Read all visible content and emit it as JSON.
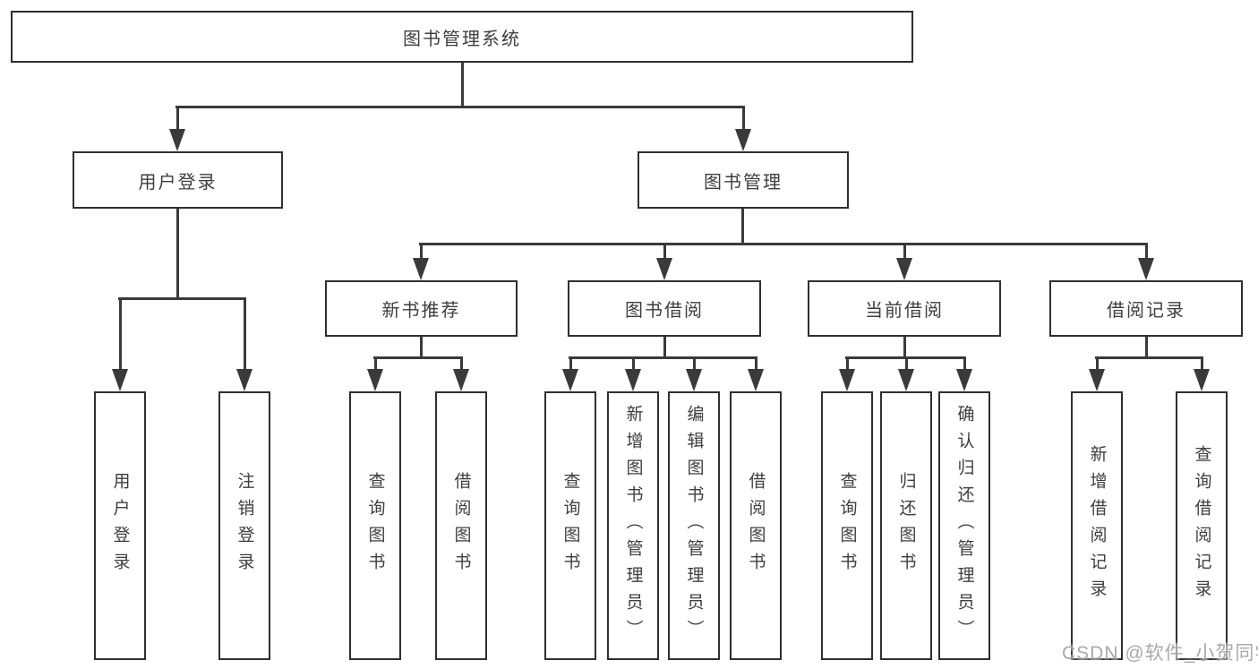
{
  "diagram": {
    "type": "hierarchy-tree",
    "root": {
      "label": "图书管理系统"
    },
    "branches": [
      {
        "label": "用户登录",
        "children": [
          {
            "label": "用户登录"
          },
          {
            "label": "注销登录"
          }
        ]
      },
      {
        "label": "图书管理",
        "children": [
          {
            "label": "新书推荐",
            "children": [
              {
                "label": "查询图书"
              },
              {
                "label": "借阅图书"
              }
            ]
          },
          {
            "label": "图书借阅",
            "children": [
              {
                "label": "查询图书"
              },
              {
                "label": "新增图书（管理员）"
              },
              {
                "label": "编辑图书（管理员）"
              },
              {
                "label": "借阅图书"
              }
            ]
          },
          {
            "label": "当前借阅",
            "children": [
              {
                "label": "查询图书"
              },
              {
                "label": "归还图书"
              },
              {
                "label": "确认归还（管理员）"
              }
            ]
          },
          {
            "label": "借阅记录",
            "children": [
              {
                "label": "新增借阅记录"
              },
              {
                "label": "查询借阅记录"
              }
            ]
          }
        ]
      }
    ]
  },
  "watermark": {
    "text": "CSDN @软件_小贺同学"
  },
  "colors": {
    "background": "#ffffff",
    "box_border": "#2f2f2f",
    "connector_line": "#3a3a3a",
    "text": "#3e3e3e",
    "watermark": "#949494"
  }
}
